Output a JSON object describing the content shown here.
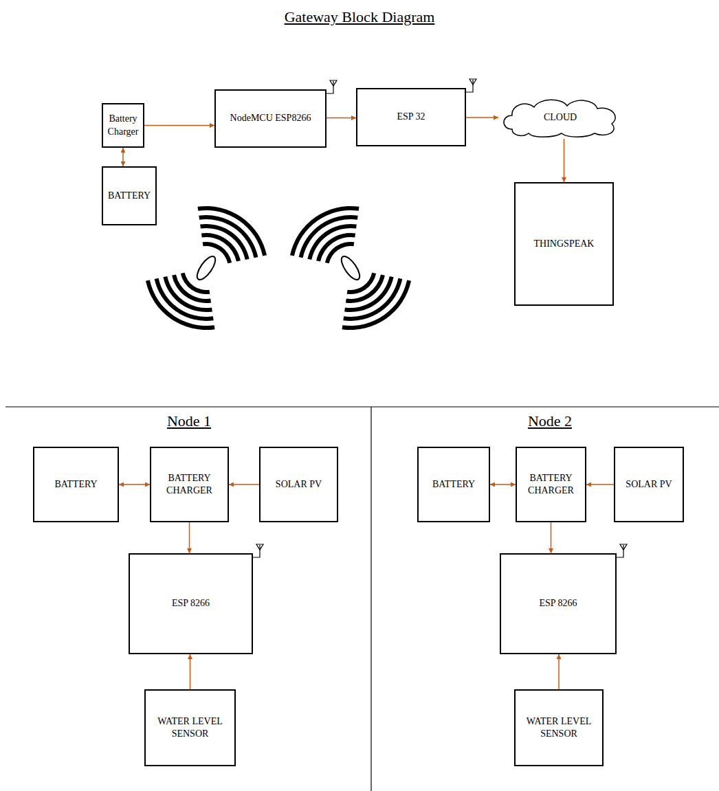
{
  "diagram": {
    "title": "Gateway Block Diagram",
    "nodes": [
      {
        "text": [
          "Battery Charger"
        ]
      },
      {
        "text": [
          "NodeMCU ESP8266"
        ]
      },
      {
        "text": [
          "ESP 32"
        ]
      },
      {
        "text": [
          "CLOUD"
        ]
      },
      {
        "text": [
          "BATTERY"
        ]
      },
      {
        "text": [
          "THINGSPEAK"
        ]
      },
      {
        "text": [
          "BATTERY"
        ]
      },
      {
        "text": [
          "BATTERY CHARGER"
        ]
      },
      {
        "text": [
          "SOLAR PV"
        ]
      },
      {
        "text": [
          "ESP 8266"
        ]
      },
      {
        "text": [
          "WATER LEVEL SENSOR"
        ]
      },
      {
        "text": [
          "BATTERY"
        ]
      },
      {
        "text": [
          "BATTERY CHARGER"
        ]
      },
      {
        "text": [
          "SOLAR PV"
        ]
      },
      {
        "text": [
          "ESP 8266"
        ]
      },
      {
        "text": [
          "WATER LEVEL SENSOR"
        ]
      }
    ],
    "edges": [
      {
        "from": 0,
        "to": 1,
        "arrow": "to"
      },
      {
        "from": 0,
        "to": 4,
        "arrow": "both"
      },
      {
        "from": 1,
        "to": 2,
        "arrow": "to"
      },
      {
        "from": 2,
        "to": 3,
        "arrow": "to"
      },
      {
        "from": 3,
        "to": 5,
        "arrow": "to"
      },
      {
        "from": 6,
        "to": 7,
        "arrow": "both"
      },
      {
        "from": 8,
        "to": 7,
        "arrow": "to"
      },
      {
        "from": 7,
        "to": 9,
        "arrow": "to"
      },
      {
        "from": 10,
        "to": 9,
        "arrow": "to"
      },
      {
        "from": 11,
        "to": 12,
        "arrow": "both"
      },
      {
        "from": 13,
        "to": 12,
        "arrow": "to"
      },
      {
        "from": 12,
        "to": 14,
        "arrow": "to"
      },
      {
        "from": 15,
        "to": 14,
        "arrow": "to"
      }
    ],
    "labels": [
      "Node 1",
      "Node 2"
    ]
  }
}
